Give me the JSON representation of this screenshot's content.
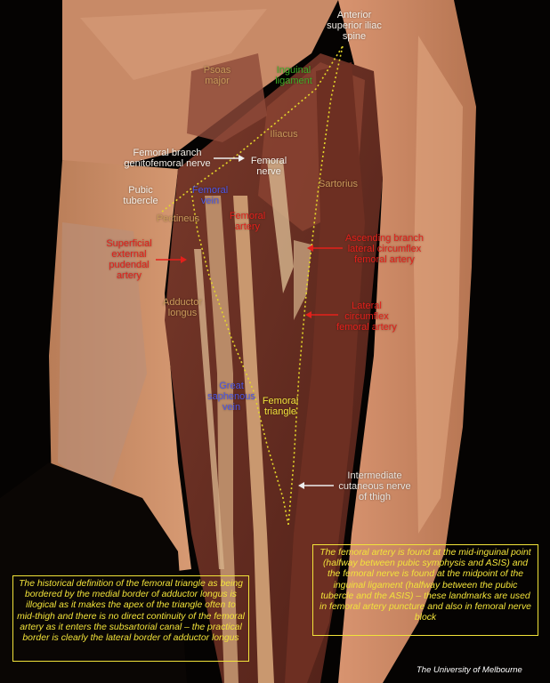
{
  "labels": {
    "anterior_superior_iliac_spine": [
      "Anterior",
      "superior iliac",
      "spine"
    ],
    "psoas_major": [
      "Psoas",
      "major"
    ],
    "inguinal_ligament": [
      "Inguinal",
      "ligament"
    ],
    "iliacus": "Iliacus",
    "femoral_branch_genitofemoral_nerve": [
      "Femoral branch",
      "genitofemoral nerve"
    ],
    "femoral_nerve": [
      "Femoral",
      "nerve"
    ],
    "pubic_tubercle": [
      "Pubic",
      "tubercle"
    ],
    "femoral_vein": [
      "Femoral",
      "vein"
    ],
    "pectineus": "Pectineus",
    "femoral_artery": [
      "Femoral",
      "artery"
    ],
    "sartorius": "Sartorius",
    "superficial_external_pudendal_artery": [
      "Superficial",
      "external",
      "pudendal",
      "artery"
    ],
    "ascending_branch_lateral_circumflex_femoral_artery": [
      "Ascending branch",
      "lateral circumflex",
      "femoral artery"
    ],
    "adductor_longus": [
      "Adductor",
      "longus"
    ],
    "lateral_circumflex_femoral_artery": [
      "Lateral",
      "circumflex",
      "femoral artery"
    ],
    "great_saphenous_vein": [
      "Great",
      "saphenous",
      "vein"
    ],
    "femoral_triangle": [
      "Femoral",
      "triangle"
    ],
    "intermediate_cutaneous_nerve_of_thigh": [
      "Intermediate",
      "cutaneous nerve",
      "of thigh"
    ]
  },
  "notes": {
    "left": "The historical definition of the femoral triangle as being bordered by the medial border of adductor longus is illogical as it makes the apex of the triangle often to mid-thigh and there is no direct continuity of the femoral artery as it enters the subsartorial canal – the practical border is clearly the lateral border of adductor longus",
    "right": "The femoral artery is found at the mid-inguinal point (halfway between pubic symphysis and ASIS) and the femoral nerve is found at the midpoint of the inguinal ligament (halfway between the pubic tubercle and the ASIS) – these landmarks are used in femoral artery puncture and also in femoral nerve block"
  },
  "credit": "The University of Melbourne",
  "colors": {
    "white": "#f4efe8",
    "tan": "#c99a5a",
    "green": "#3fae27",
    "blue": "#4a56e6",
    "red": "#e3201b",
    "yellow": "#f1e23c",
    "dotted_line": "#e4d62a",
    "arrow_red": "#e3201b",
    "arrow_white": "#eeeeee"
  }
}
